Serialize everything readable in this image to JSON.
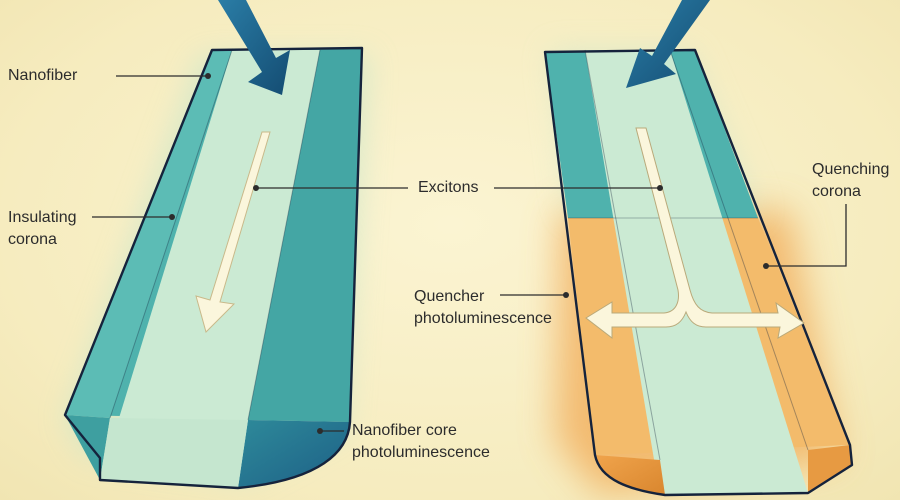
{
  "labels": {
    "nanofiber": "Nanofiber",
    "insulating_corona": [
      "Insulating",
      "corona"
    ],
    "excitons": "Excitons",
    "quenching_corona": [
      "Quenching",
      "corona"
    ],
    "quencher_photoluminescence": [
      "Quencher",
      "photoluminescence"
    ],
    "core_photoluminescence": [
      "Nanofiber core",
      "photoluminescence"
    ]
  },
  "colors": {
    "background": "#f7efc4",
    "insulating_corona": "#4fb2ad",
    "core": "#cbead3",
    "quenching_corona": "#f3bb6b",
    "arrow": "#1b5e84",
    "outline": "#15233c",
    "exciton_arrow": "#fbf6dc"
  }
}
